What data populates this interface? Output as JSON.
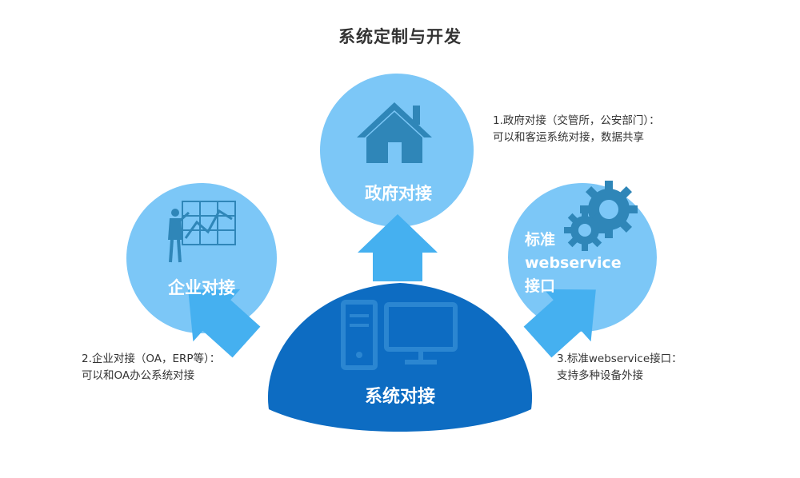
{
  "title": "系统定制与开发",
  "center": {
    "label": "系统对接"
  },
  "gov": {
    "label": "政府对接",
    "desc_line1": "1.政府对接（交管所，公安部门）：",
    "desc_line2": "可以和客运系统对接，数据共享"
  },
  "enterprise": {
    "label": "企业对接",
    "desc_line1": "2.企业对接（OA，ERP等）：",
    "desc_line2": "可以和OA办公系统对接"
  },
  "webservice": {
    "label_line1": "标准",
    "label_line2": "webservice",
    "label_line3": "接口",
    "desc_line1": "3.标准webservice接口：",
    "desc_line2": "支持多种设备外接"
  },
  "colors": {
    "circle": "#7cc7f7",
    "arrow": "#45b0f0",
    "dome": "#0d6cc2",
    "icon": "#2f86b8"
  }
}
